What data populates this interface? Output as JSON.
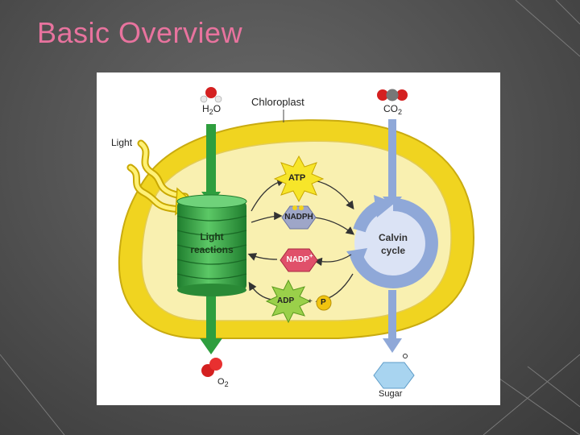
{
  "slide": {
    "title": "Basic Overview"
  },
  "diagram": {
    "labels": {
      "water": "H",
      "water_sub": "2",
      "water_suffix": "O",
      "co2": "CO",
      "co2_sub": "2",
      "chloroplast": "Chloroplast",
      "light": "Light",
      "light_reactions_1": "Light",
      "light_reactions_2": "reactions",
      "calvin_1": "Calvin",
      "calvin_2": "cycle",
      "atp": "ATP",
      "nadph": "NADPH",
      "nadp": "NADP",
      "nadp_sup": "+",
      "adp": "ADP",
      "plus": "+",
      "pi": "P",
      "oxygen": "O",
      "oxygen_sub": "2",
      "sugar": "Sugar"
    },
    "colors": {
      "title": "#e8739e",
      "chloroplast_outer": "#f0d420",
      "chloroplast_inner": "#f9f0b0",
      "thylakoid": "#2e9e3e",
      "calvin_cycle": "#8fa8d8",
      "atp": "#f7e52a",
      "nadph": "#9ea6c8",
      "nadp": "#e0506a",
      "adp": "#9ad04a",
      "phosphate": "#f1c40f",
      "sugar": "#a8d4f0"
    }
  }
}
